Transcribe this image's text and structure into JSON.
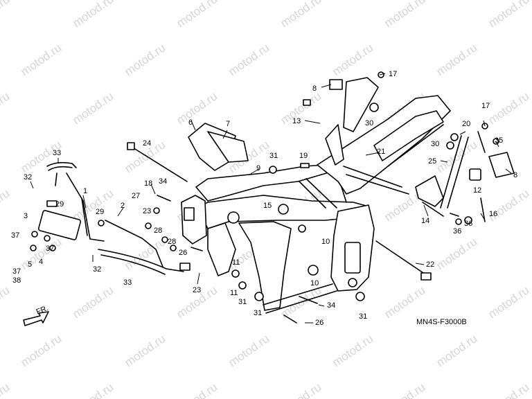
{
  "watermark": "motod.ru",
  "drawing_code": "MN4S-F3000B",
  "direction_label": "FR.",
  "callouts": [
    "1",
    "2",
    "3",
    "4",
    "5",
    "6",
    "7",
    "8",
    "9",
    "10",
    "11",
    "12",
    "13",
    "14",
    "15",
    "16",
    "17",
    "18",
    "19",
    "20",
    "21",
    "22",
    "23",
    "24",
    "25",
    "26",
    "27",
    "28",
    "29",
    "30",
    "31",
    "32",
    "33",
    "34",
    "35",
    "36",
    "37",
    "38"
  ]
}
